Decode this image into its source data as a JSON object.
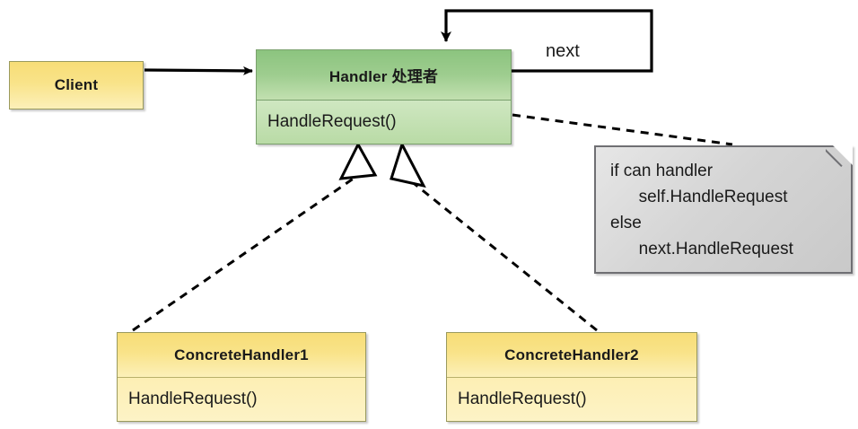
{
  "diagram": {
    "title": "Chain of Responsibility pattern class diagram",
    "colors": {
      "green_header": "#8cc47f",
      "green_body": "#c2e0b0",
      "yellow_header": "#f7dd77",
      "yellow_body": "#fdefb4",
      "note_fill": "#d5d5d5",
      "line": "#000000"
    }
  },
  "classes": {
    "client": {
      "name": "Client",
      "operations": []
    },
    "handler": {
      "name": "Handler  处理者",
      "operations": [
        "HandleRequest()"
      ]
    },
    "concrete_handler_1": {
      "name": "ConcreteHandler1",
      "operations": [
        "HandleRequest()"
      ]
    },
    "concrete_handler_2": {
      "name": "ConcreteHandler2",
      "operations": [
        "HandleRequest()"
      ]
    }
  },
  "associations": {
    "self_loop_label": "next"
  },
  "note": {
    "text": "if can handler\n      self.HandleRequest\nelse\n      next.HandleRequest",
    "lines": [
      "if can handler",
      "      self.HandleRequest",
      "else",
      "      next.HandleRequest"
    ]
  }
}
